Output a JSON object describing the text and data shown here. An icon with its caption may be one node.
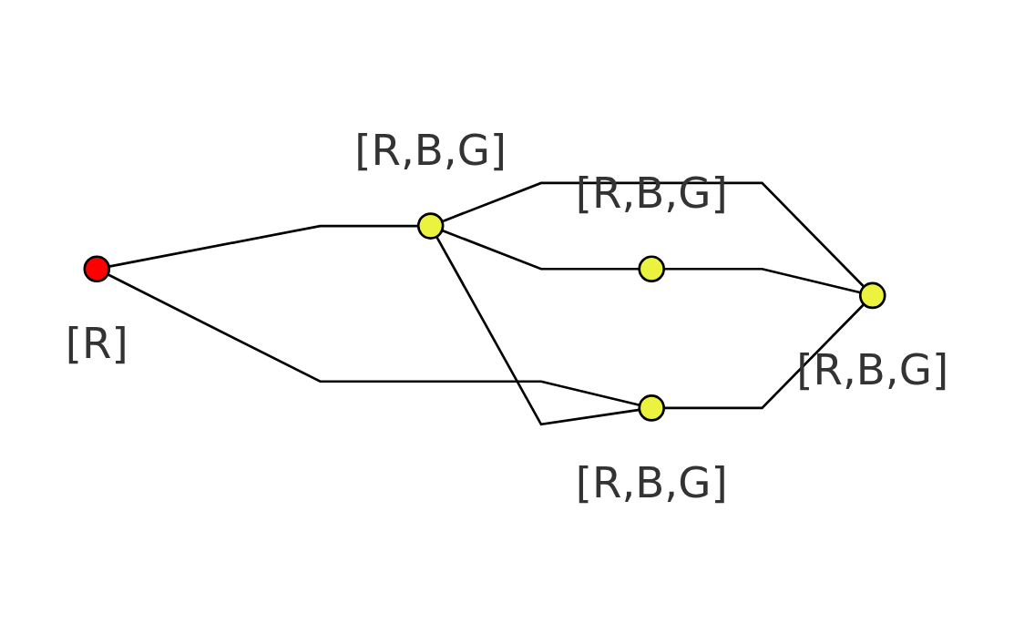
{
  "diagram": {
    "nodes": [
      {
        "text": [],
        "shape": "circle",
        "beside": [
          "[R,B,G]"
        ]
      },
      {
        "text": [],
        "shape": "circle",
        "beside": [
          "[R,B,G]"
        ]
      },
      {
        "text": [],
        "shape": "circle",
        "beside": [
          "[R]"
        ]
      },
      {
        "text": [],
        "shape": "circle",
        "beside": [
          "[R,B,G]"
        ]
      },
      {
        "text": [],
        "shape": "circle",
        "beside": [
          "[R,B,G]"
        ]
      }
    ],
    "edges": [
      {
        "from": 2,
        "to": 0,
        "arrow": "none"
      },
      {
        "from": 2,
        "to": 3,
        "arrow": "none"
      },
      {
        "from": 0,
        "to": 1,
        "arrow": "none"
      },
      {
        "from": 0,
        "to": 3,
        "arrow": "none"
      },
      {
        "from": 0,
        "to": 4,
        "arrow": "none"
      },
      {
        "from": 1,
        "to": 4,
        "arrow": "none"
      },
      {
        "from": 3,
        "to": 4,
        "arrow": "none"
      }
    ]
  }
}
